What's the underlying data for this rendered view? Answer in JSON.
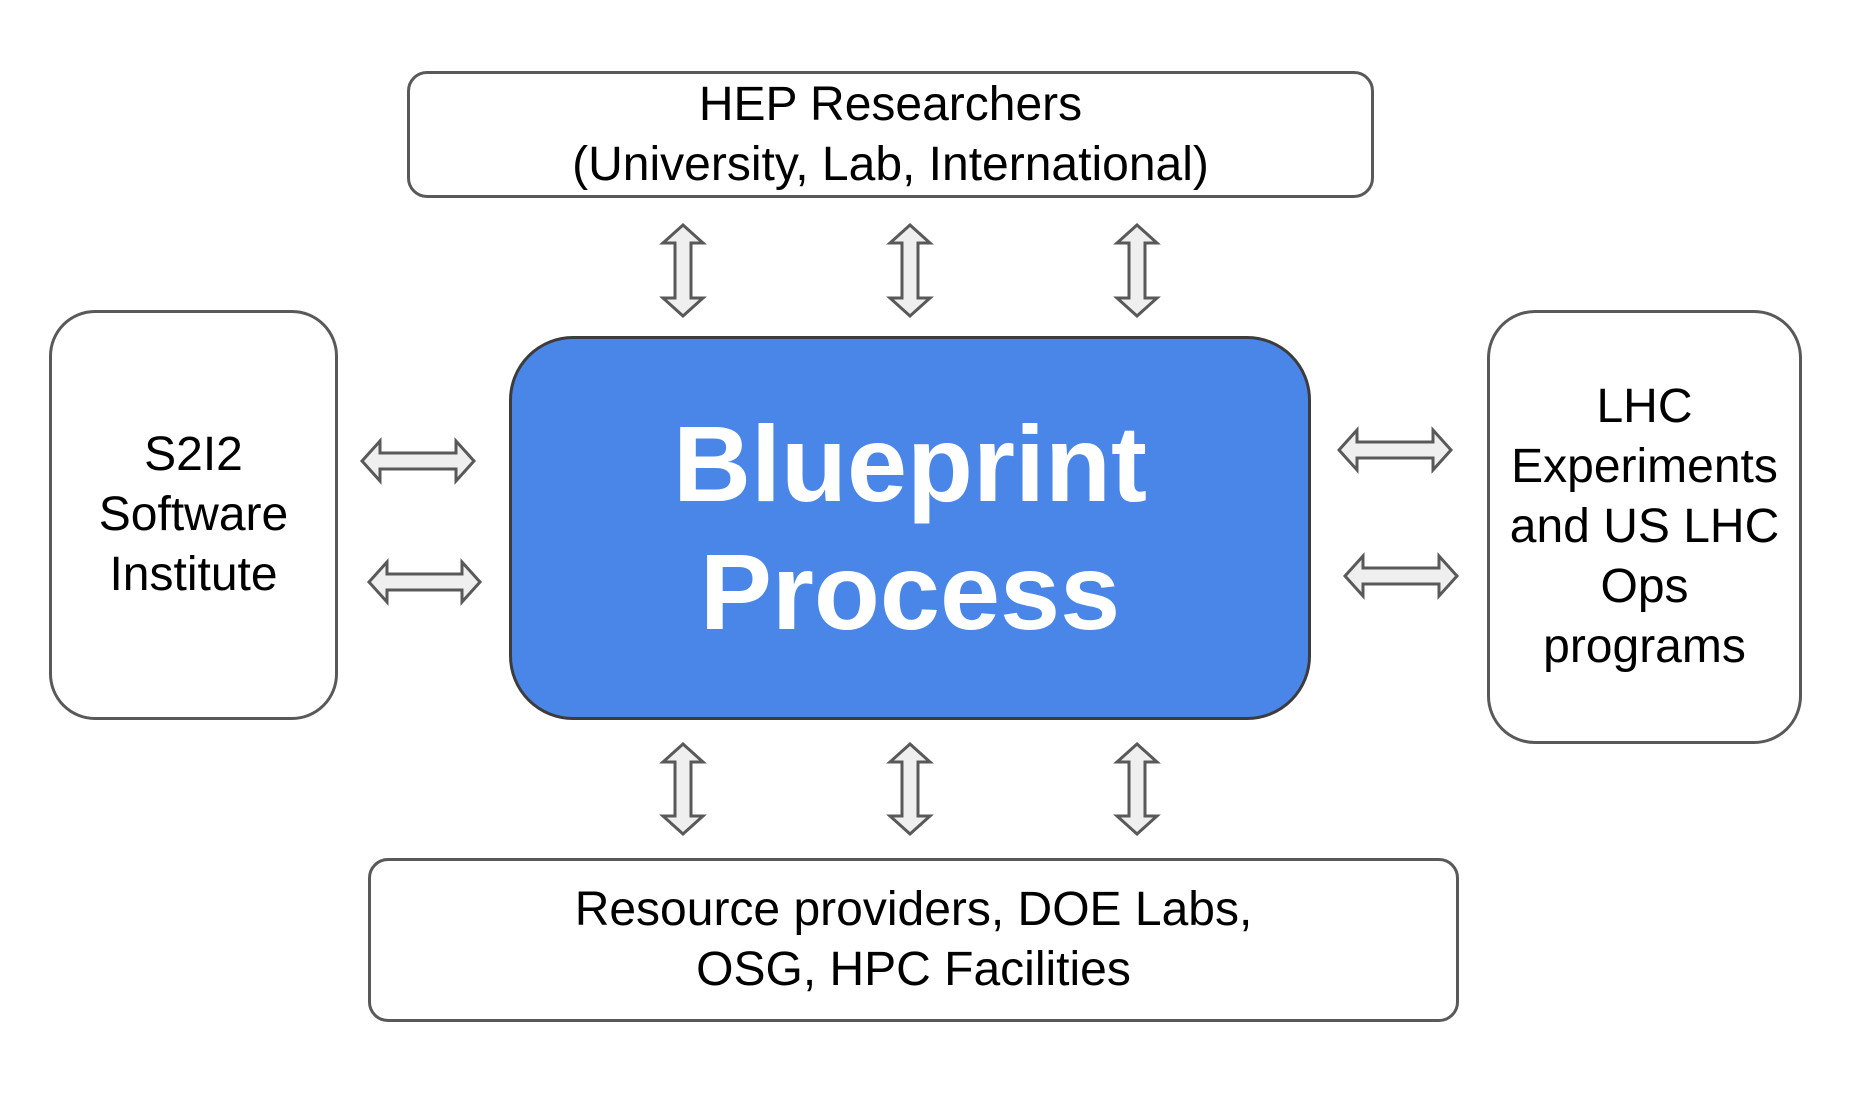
{
  "diagram": {
    "center": {
      "lines": [
        "Blueprint",
        "Process"
      ],
      "fill_color": "#4a86e8",
      "text_color": "#ffffff"
    },
    "top": {
      "lines": [
        "HEP Researchers",
        "(University, Lab, International)"
      ]
    },
    "left": {
      "lines": [
        "S2I2",
        "Software",
        "Institute"
      ]
    },
    "right": {
      "lines": [
        "LHC",
        "Experiments",
        "and US LHC",
        "Ops",
        "programs"
      ]
    },
    "bottom": {
      "lines": [
        "Resource providers, DOE Labs,",
        "OSG, HPC Facilities"
      ]
    },
    "arrow_style": {
      "fill": "#efefef",
      "stroke": "#595959",
      "kind": "double-headed"
    }
  }
}
